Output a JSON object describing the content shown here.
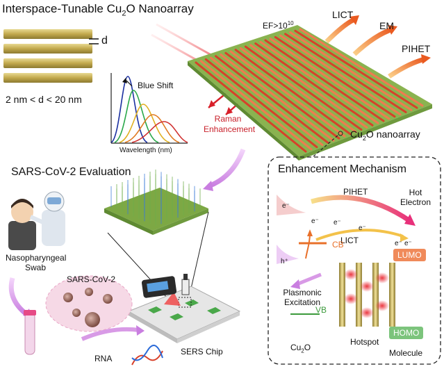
{
  "top": {
    "title_prefix": "Interspace-Tunable Cu",
    "title_sub": "2",
    "title_suffix": "O Nanoarray",
    "gap_label": "d",
    "range_label": "2 nm < d < 20 nm",
    "blue_shift": "Blue Shift",
    "wavelength_axis": "Wavelength (nm)",
    "ef_prefix": "EF>10",
    "ef_exp": "10",
    "licт": "LICT",
    "lict": "LICT",
    "em": "EM",
    "piheт": "PIHET",
    "piHet": "PIHET",
    "raman_line1": "Raman",
    "raman_line2": "Enhancement",
    "cu2o_array_prefix": "Cu",
    "cu2o_array_sub": "2",
    "cu2o_array_suffix": "O nanoarray"
  },
  "left": {
    "section_title": "SARS-CoV-2 Evaluation",
    "naso_line1": "Nasopharyngeal",
    "naso_line2": "Swab",
    "virus_label": "SARS-CoV-2",
    "rna_label": "RNA",
    "chip_label": "SERS Chip"
  },
  "mechanism": {
    "title": "Enhancement Mechanism",
    "pihet": "PIHET",
    "hot_line1": "Hot",
    "hot_line2": "Electron",
    "e_minus": "e⁻",
    "lict": "LICT",
    "cb": "CB",
    "lumo": "LUMO",
    "h_plus": "h⁺",
    "plasmonic_line1": "Plasmonic",
    "plasmonic_line2": "Excitation",
    "vb": "VB",
    "homo": "HOMO",
    "cu2o_prefix": "Cu",
    "cu2o_sub": "2",
    "cu2o_suffix": "O",
    "hotspot": "Hotspot",
    "molecule": "Molecule"
  },
  "colors": {
    "rod_gold": "#c9b15a",
    "array_red": "#d8402a",
    "array_base": "#7da844",
    "arrow_orange": "#ef6a25",
    "arrow_purple": "#d89ae6",
    "lumo": "#f08a5a",
    "homo": "#7cc47c"
  }
}
